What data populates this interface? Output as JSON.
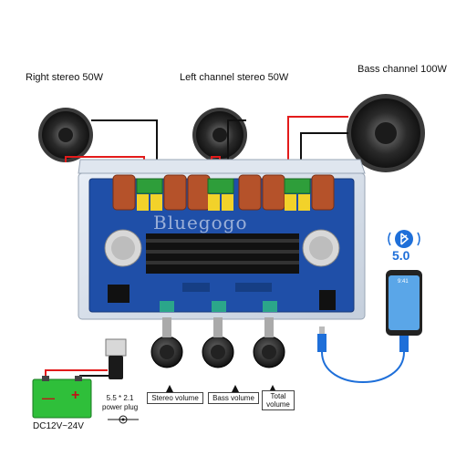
{
  "speakers": {
    "right_label": "Right stereo 50W",
    "left_label": "Left channel stereo 50W",
    "bass_label": "Bass channel 100W"
  },
  "watermark": "Bluegogo",
  "bluetooth": {
    "version": "5.0",
    "phone_time": "9:41"
  },
  "controls": {
    "stereo_volume": "Stereo volume",
    "bass_volume": "Bass volume",
    "total_volume_line1": "Total",
    "total_volume_line2": "volume"
  },
  "power": {
    "plug_line1": "5.5 * 2.1",
    "plug_line2": "power plug",
    "battery_minus": "—",
    "battery_plus": "+",
    "voltage": "DC12V~24V"
  },
  "colors": {
    "wire_red": "#e31b1b",
    "wire_black": "#111111",
    "board_blue": "#1f4fa8",
    "battery_green": "#2fbf3a",
    "usb_blue": "#1e6fd9"
  },
  "icons": [
    "speaker-icon",
    "bluetooth-icon",
    "phone-icon",
    "battery-icon",
    "knob-icon",
    "triangle-pointer-icon"
  ]
}
